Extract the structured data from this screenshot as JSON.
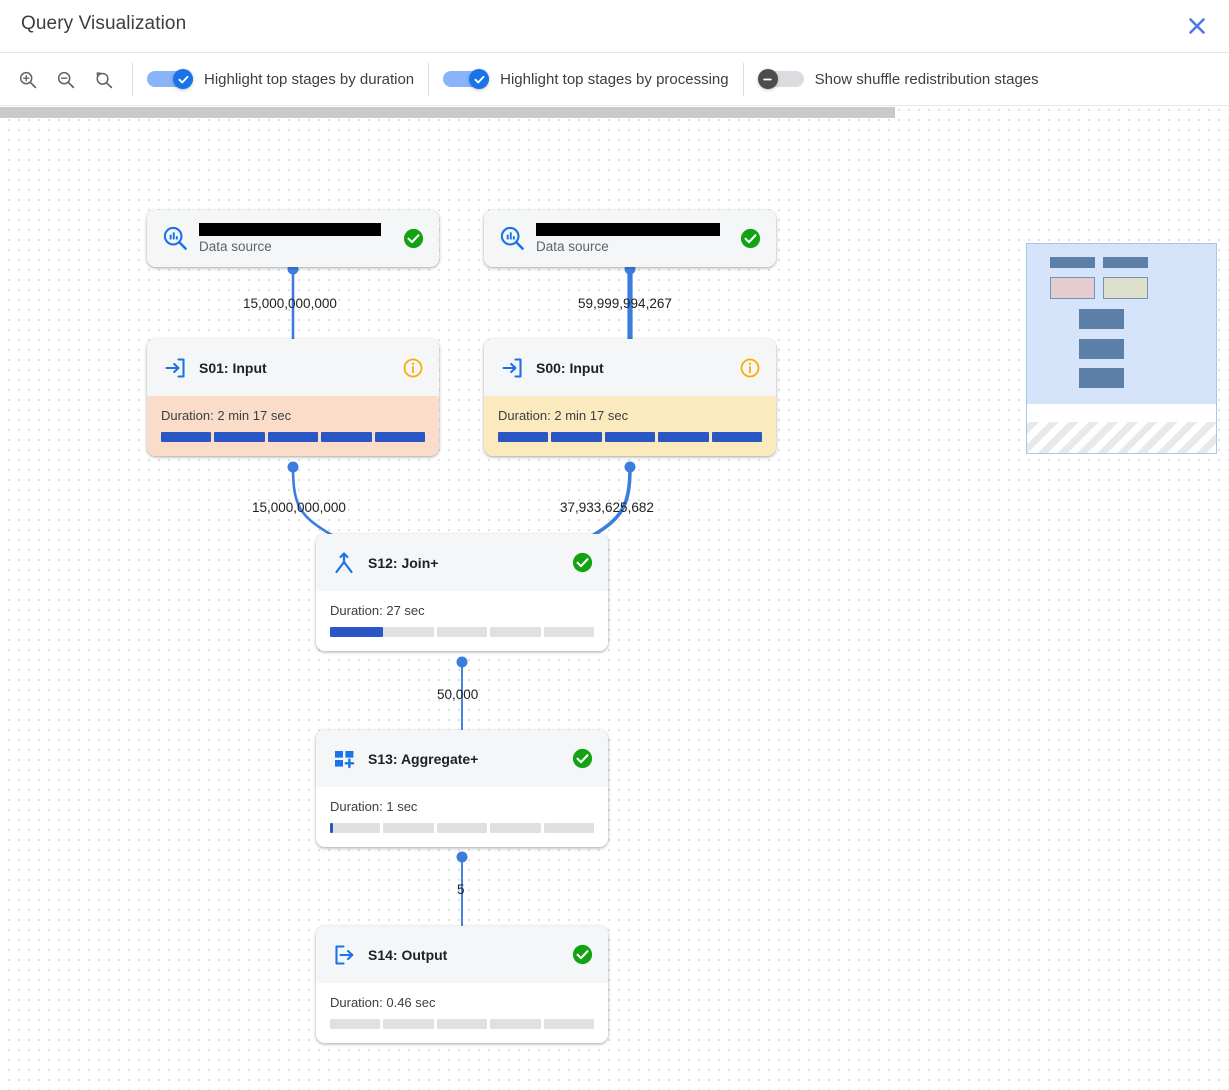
{
  "window": {
    "title": "Query Visualization",
    "close_label": "×"
  },
  "toolbar": {
    "zoom_in": "zoom-in",
    "zoom_out": "zoom-out",
    "zoom_reset": "zoom-reset",
    "toggles": [
      {
        "label": "Highlight top stages by duration",
        "state": "on"
      },
      {
        "label": "Highlight top stages by processing",
        "state": "on"
      },
      {
        "label": "Show shuffle redistribution stages",
        "state": "off"
      }
    ]
  },
  "colors": {
    "accent_blue": "#1a73e8",
    "bar_blue": "#2a56c6",
    "status_green": "#12a212",
    "info_orange": "#f9ab00",
    "highlight_duration": "#fadcc8",
    "highlight_processing": "#faeabe",
    "track_gray": "#e0e0e0"
  },
  "graph": {
    "nodes": [
      {
        "id": "ds-left",
        "kind": "data-source",
        "name_redacted": true,
        "subtitle": "Data source",
        "status": "success",
        "icon": "bigquery-search-icon"
      },
      {
        "id": "ds-right",
        "kind": "data-source",
        "name_redacted": true,
        "subtitle": "Data source",
        "status": "success",
        "icon": "bigquery-search-icon"
      },
      {
        "id": "S01",
        "kind": "stage",
        "title": "S01: Input",
        "icon": "input-arrow-icon",
        "status": "info",
        "duration_label": "Duration: 2 min 17 sec",
        "progress_pct": 100,
        "highlight": "duration"
      },
      {
        "id": "S00",
        "kind": "stage",
        "title": "S00: Input",
        "icon": "input-arrow-icon",
        "status": "info",
        "duration_label": "Duration: 2 min 17 sec",
        "progress_pct": 100,
        "highlight": "processing"
      },
      {
        "id": "S12",
        "kind": "stage",
        "title": "S12: Join+",
        "icon": "join-merge-icon",
        "status": "success",
        "duration_label": "Duration: 27 sec",
        "progress_pct": 20,
        "highlight": "none"
      },
      {
        "id": "S13",
        "kind": "stage",
        "title": "S13: Aggregate+",
        "icon": "aggregate-plus-icon",
        "status": "success",
        "duration_label": "Duration: 1 sec",
        "progress_pct": 1,
        "highlight": "none"
      },
      {
        "id": "S14",
        "kind": "stage",
        "title": "S14: Output",
        "icon": "output-arrow-icon",
        "status": "success",
        "duration_label": "Duration: 0.46 sec",
        "progress_pct": 0,
        "highlight": "none"
      }
    ],
    "edges": [
      {
        "from": "ds-left",
        "to": "S01",
        "label": "15,000,000,000"
      },
      {
        "from": "ds-right",
        "to": "S00",
        "label": "59,999,994,267"
      },
      {
        "from": "S01",
        "to": "S12",
        "label": "15,000,000,000"
      },
      {
        "from": "S00",
        "to": "S12",
        "label": "37,933,625,682"
      },
      {
        "from": "S12",
        "to": "S13",
        "label": "50,000"
      },
      {
        "from": "S13",
        "to": "S14",
        "label": "5"
      }
    ]
  },
  "minimap": {
    "name": "graph-minimap"
  }
}
